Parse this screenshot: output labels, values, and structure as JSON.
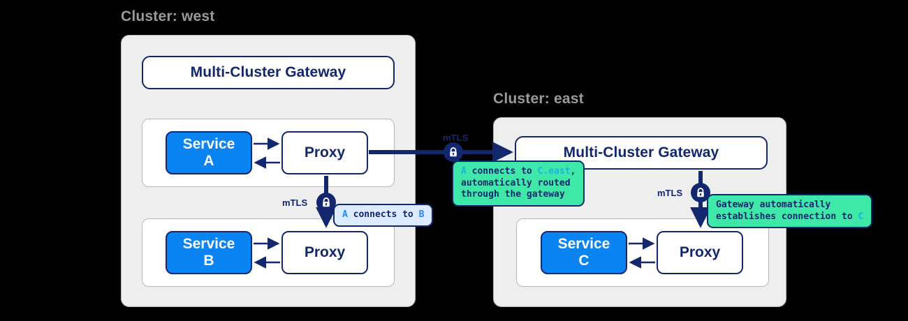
{
  "diagram": {
    "title": "Multi-cluster service mesh with gateway routing",
    "background": "#000000",
    "colors": {
      "navy": "#12276e",
      "service_blue": "#0b84f3",
      "cluster_grey": "#eeeeee",
      "tooltip_blue": "#dcebff",
      "tooltip_green": "#3fe8a9",
      "title_grey": "#9a9a9a",
      "token_blue": "#1a8cff",
      "token_cyan": "#13b8d8"
    }
  },
  "clusters": [
    {
      "id": "west",
      "title": "Cluster: west",
      "gateway": "Multi-Cluster Gateway",
      "groups": [
        {
          "id": "a",
          "service": "Service",
          "service_name": "A",
          "proxy": "Proxy"
        },
        {
          "id": "b",
          "service": "Service",
          "service_name": "B",
          "proxy": "Proxy"
        }
      ]
    },
    {
      "id": "east",
      "title": "Cluster: east",
      "gateway": "Multi-Cluster Gateway",
      "groups": [
        {
          "id": "c",
          "service": "Service",
          "service_name": "C",
          "proxy": "Proxy"
        }
      ]
    }
  ],
  "mtls_labels": {
    "west_internal": "mTLS",
    "cross_cluster": "mTLS",
    "east_internal": "mTLS"
  },
  "tooltips": {
    "a_to_b": {
      "style": "blue",
      "segments": [
        {
          "text": "A",
          "token": "blue"
        },
        {
          "text": " connects to ",
          "token": "none"
        },
        {
          "text": "B",
          "token": "blue"
        }
      ]
    },
    "a_to_c_east": {
      "style": "green",
      "segments": [
        {
          "text": "A",
          "token": "cyan"
        },
        {
          "text": " connects to ",
          "token": "none"
        },
        {
          "text": "C.east",
          "token": "cyan"
        },
        {
          "text": ",\nautomatically routed\nthrough the gateway",
          "token": "none"
        }
      ]
    },
    "gateway_to_c": {
      "style": "green",
      "segments": [
        {
          "text": "Gateway automatically\nestablishes connection to ",
          "token": "none"
        },
        {
          "text": "C",
          "token": "cyan"
        }
      ]
    }
  },
  "icons": {
    "lock": "lock-icon"
  }
}
